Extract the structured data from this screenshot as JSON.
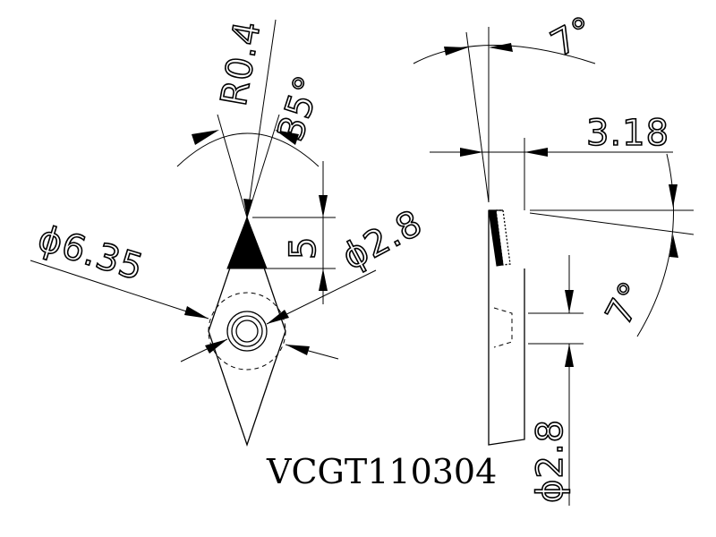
{
  "drawing": {
    "part_code": "VCGT110304",
    "top_view": {
      "radius_label": "R0.4",
      "angle_label": "35°",
      "height_label": "5",
      "hole_diameter_label": "ϕ2.8",
      "inscribed_circle_label": "ϕ6.35"
    },
    "side_view": {
      "clearance_angle_label": "7°",
      "thickness_label": "3.18",
      "rake_angle_label": "7°",
      "hole_diameter_label": "ϕ2.8"
    }
  }
}
